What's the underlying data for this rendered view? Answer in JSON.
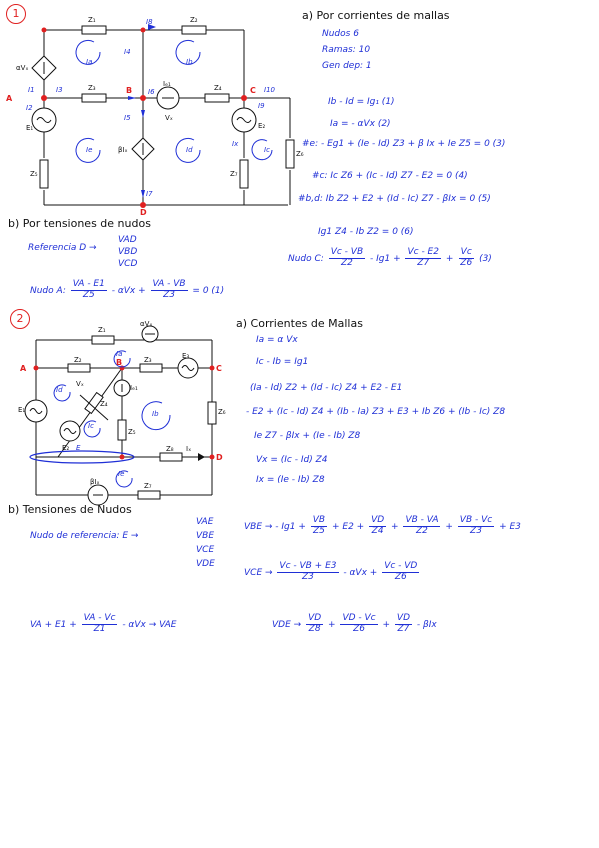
{
  "problem1": {
    "number": "1",
    "circuit_labels": {
      "Z1": "Z₁",
      "Z2": "Z₂",
      "Z3": "Z₃",
      "Z4": "Z₄",
      "Z5": "Z₅",
      "Z6": "Z₆",
      "Z7": "Z₇",
      "aVx": "αVₓ",
      "Ig1": "Iₑ₁",
      "Vx": "Vₓ",
      "bIx": "βIₓ",
      "E1": "E₁",
      "E2": "E₂",
      "nodeA": "A",
      "nodeB": "B",
      "nodeC": "C",
      "nodeD": "D",
      "Ia": "Ia",
      "Ib": "Ib",
      "Ic": "Ic",
      "Id": "Id",
      "Ie": "Ie",
      "I1": "I1",
      "I2": "I2",
      "I3": "I3",
      "I4": "I4",
      "I5": "I5",
      "I6": "I6",
      "I7": "I7",
      "I8": "I8",
      "I9": "I9",
      "I10": "I10",
      "Ix": "Ix"
    },
    "part_a_title": "a) Por corrientes de mallas",
    "nudos": "Nudos 6",
    "ramas": "Ramas: 10",
    "gen_dep": "Gen dep: 1",
    "eq1": "Ib - Id = Ig₁ (1)",
    "eq2": "Ia = - αVx (2)",
    "eq3": "#e: - Eg1 + (Ie - Id) Z3 + β Ix + Ie Z5 = 0 (3)",
    "eq4": "#c: Ic Z6 + (Ic - Id) Z7 - E2 = 0 (4)",
    "eq5": "#b,d: Ib Z2 + E2 + (Id - Ic) Z7 - βIx = 0 (5)",
    "eq6": "Ig1 Z4 - Ib Z2 = 0 (6)",
    "nudo_c_label": "Nudo C:",
    "nudo_c_f1_num": "Vc - VB",
    "nudo_c_f1_den": "Z2",
    "nudo_c_mid": "- Ig1 +",
    "nudo_c_f2_num": "Vc - E2",
    "nudo_c_f2_den": "Z7",
    "nudo_c_plus": "+",
    "nudo_c_f3_num": "Vc",
    "nudo_c_f3_den": "Z6",
    "nudo_c_tag": "(3)",
    "part_b_title": "b) Por tensiones de nudos",
    "referencia": "Referencia D →",
    "vad": "VAD",
    "vbd": "VBD",
    "vcd": "VCD",
    "nudo_a_label": "Nudo A:",
    "nudo_a_f1_num": "VA - E1",
    "nudo_a_f1_den": "Z5",
    "nudo_a_mid": "- αVx +",
    "nudo_a_f2_num": "VA - VB",
    "nudo_a_f2_den": "Z3",
    "nudo_a_tail": "= 0 (1)"
  },
  "problem2": {
    "number": "2",
    "circuit_labels": {
      "Z1": "Z₁",
      "Z2": "Z₂",
      "Z3": "Z₃",
      "Z4": "Z₄",
      "Z5": "Z₅",
      "Z6": "Z₆",
      "Z7": "Z₇",
      "Z8": "Z₈",
      "aVx": "αVₓ",
      "Ig1": "Iₑ₁",
      "Vx": "Vₓ",
      "bIx": "βIₓ",
      "E1": "E₁",
      "E2": "E₂",
      "E3": "E₃",
      "Ix": "Iₓ",
      "nodeA": "A",
      "nodeB": "B",
      "nodeC": "C",
      "nodeD": "D",
      "nodeE": "E",
      "Ia": "Ia",
      "Ib": "Ib",
      "Ic": "Ic",
      "Id": "Id",
      "Ie": "Ie"
    },
    "part_a_title": "a) Corrientes de Mallas",
    "eq1": "Ia = α Vx",
    "eq2": "Ic - Ib = Ig1",
    "eq3": "(Ia - Id) Z2 + (Id - Ic) Z4 + E2 - E1",
    "eq4": "- E2 + (Ic - Id) Z4 + (Ib - Ia) Z3 + E3 + Ib Z6 + (Ib - Ic) Z8",
    "eq5": "Ie Z7 - βIx + (Ie - Ib) Z8",
    "eq6": "Vx = (Ic - Id) Z4",
    "eq7": "Ix = (Ie - Ib) Z8",
    "part_b_title": "b) Tensiones de Nudos",
    "referencia": "Nudo de referencia: E →",
    "vae": "VAE",
    "vbe": "VBE",
    "vce": "VCE",
    "vde": "VDE",
    "vbe_label": "VBE → - Ig1 +",
    "vbe_f1_num": "VB",
    "vbe_f1_den": "Z5",
    "vbe_p1": "+ E2 +",
    "vbe_f2_num": "VD",
    "vbe_f2_den": "Z4",
    "vbe_p2": "+",
    "vbe_f3_num": "VB - VA",
    "vbe_f3_den": "Z2",
    "vbe_p3": "+",
    "vbe_f4_num": "VB - Vc",
    "vbe_f4_den": "Z3",
    "vbe_tail": "+ E3",
    "vce_label": "VCE →",
    "vce_f1_num": "Vc - VB + E3",
    "vce_f1_den": "Z3",
    "vce_mid": "- αVx +",
    "vce_f2_num": "Vc - VD",
    "vce_f2_den": "Z6",
    "vae_pre": "VA + E1 +",
    "vae_f1_num": "VA - Vc",
    "vae_f1_den": "Z1",
    "vae_tail": "- αVx → VAE",
    "vde_label": "VDE →",
    "vde_f1_num": "VD",
    "vde_f1_den": "Z8",
    "vde_p1": "+",
    "vde_f2_num": "VD - Vc",
    "vde_f2_den": "Z6",
    "vde_p2": "+",
    "vde_f3_num": "VD",
    "vde_f3_den": "Z7",
    "vde_tail": "- βIx"
  }
}
